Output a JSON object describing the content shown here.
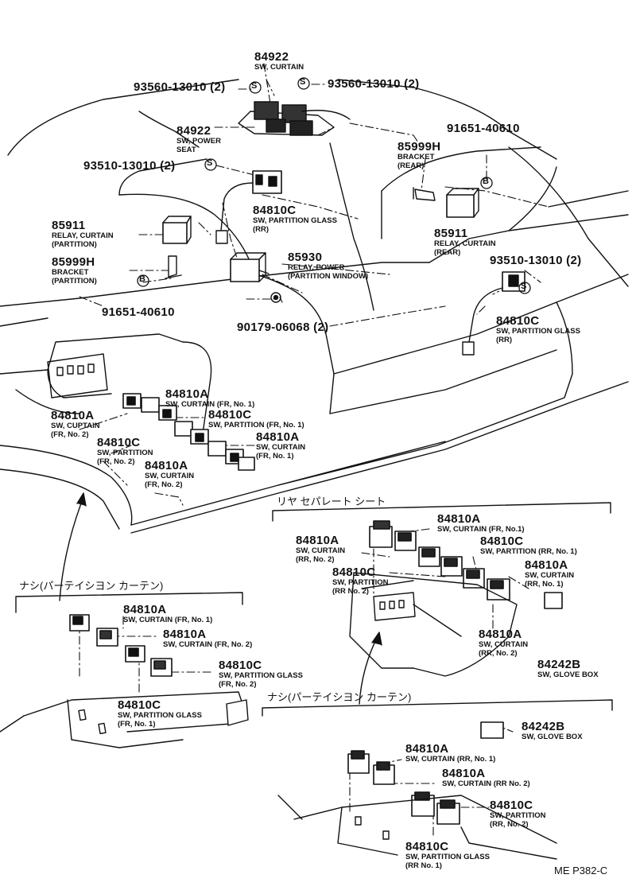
{
  "labels": {
    "sw_curtain_top": {
      "pn": "84922",
      "d1": "SW, CURTAIN"
    },
    "screw_tl": {
      "pn": "93560-13010 (2)"
    },
    "screw_tr": {
      "pn": "93560-13010 (2)"
    },
    "sw_power_seat": {
      "pn": "84922",
      "d1": "SW, POWER",
      "d2": "SEAT"
    },
    "screw_mid_l": {
      "pn": "93510-13010 (2)"
    },
    "bolt_tr": {
      "pn": "91651-40610"
    },
    "bracket_rear": {
      "pn": "85999H",
      "d1": "BRACKET",
      "d2": "(REAR)"
    },
    "sw_partition_glass_rr_l": {
      "pn": "84810C",
      "d1": "SW, PARTITION GLASS",
      "d2": "(RR)"
    },
    "relay_curtain_partition": {
      "pn": "85911",
      "d1": "RELAY, CURTAIN",
      "d2": "(PARTITION)"
    },
    "relay_curtain_rear": {
      "pn": "85911",
      "d1": "RELAY, CURTAIN",
      "d2": "(REAR)"
    },
    "bracket_partition": {
      "pn": "85999H",
      "d1": "BRACKET",
      "d2": "(PARTITION)"
    },
    "relay_power_partition": {
      "pn": "85930",
      "d1": "RELAY, POWER",
      "d2": "(PARTITION WINDOW)"
    },
    "screw_mid_r": {
      "pn": "93510-13010 (2)"
    },
    "bolt_l": {
      "pn": "91651-40610"
    },
    "nut": {
      "pn": "90179-06068 (2)"
    },
    "sw_partition_glass_rr_r": {
      "pn": "84810C",
      "d1": "SW, PARTITION GLASS",
      "d2": "(RR)"
    },
    "a1": {
      "pn": "84810A",
      "d1": "SW, CURTAIN (FR, No. 1)"
    },
    "a2": {
      "pn": "84810A",
      "d1": "SW, CUPTAIN",
      "d2": "(FR, No. 2)"
    },
    "a3": {
      "pn": "84810C",
      "d1": "SW, PARTITION (FR, No. 1)"
    },
    "a4": {
      "pn": "84810C",
      "d1": "SW, PARTITION",
      "d2": "(FR, No. 2)"
    },
    "a5": {
      "pn": "84810A",
      "d1": "SW, CURTAIN",
      "d2": "(FR, No. 1)"
    },
    "a6": {
      "pn": "84810A",
      "d1": "SW, CURTAIN",
      "d2": "(FR, No. 2)"
    },
    "rear_sep_heading": {
      "pn": "リヤ セパレート シート"
    },
    "b1": {
      "pn": "84810A",
      "d1": "SW, CURTAIN (FR, No.1)"
    },
    "b2": {
      "pn": "84810A",
      "d1": "SW, CURTAIN",
      "d2": "(RR, No. 2)"
    },
    "b3": {
      "pn": "84810C",
      "d1": "SW, PARTITION (RR, No. 1)"
    },
    "b4": {
      "pn": "84810C",
      "d1": "SW, PARTITION",
      "d2": "(RR No. 2)"
    },
    "b5": {
      "pn": "84810A",
      "d1": "SW, CURTAIN",
      "d2": "(RR, No. 1)"
    },
    "b6": {
      "pn": "84810A",
      "d1": "SW, CURTAIN",
      "d2": "(RR, No. 2)"
    },
    "b7": {
      "pn": "84242B",
      "d1": "SW, GLOVE BOX"
    },
    "no_curtain_heading_l": {
      "pn": "ナシ(パーテイシヨン カーテン)"
    },
    "c1": {
      "pn": "84810A",
      "d1": "SW, CURTAIN (FR, No. 1)"
    },
    "c2": {
      "pn": "84810A",
      "d1": "SW, CURTAIN (FR, No. 2)"
    },
    "c3": {
      "pn": "84810C",
      "d1": "SW, PARTITION GLASS",
      "d2": "(FR, No. 2)"
    },
    "c4": {
      "pn": "84810C",
      "d1": "SW, PARTITION GLASS",
      "d2": "(FR, No. 1)"
    },
    "no_curtain_heading_r": {
      "pn": "ナシ(パーテイシヨン カーテン)"
    },
    "d1": {
      "pn": "84242B",
      "d1": "SW, GLOVE BOX"
    },
    "d2": {
      "pn": "84810A",
      "d1": "SW, CURTAIN (RR, No. 1)"
    },
    "d3": {
      "pn": "84810A",
      "d1": "SW, CURTAIN (RR No. 2)"
    },
    "d4": {
      "pn": "84810C",
      "d1": "SW, PARTITION",
      "d2": "(RR, No. 2)"
    },
    "d5": {
      "pn": "84810C",
      "d1": "SW, PARTITION GLASS",
      "d2": "(RR No. 1)"
    },
    "ref": {
      "pn": "ME P382-C"
    }
  },
  "markers": {
    "s": "S",
    "b": "B"
  }
}
